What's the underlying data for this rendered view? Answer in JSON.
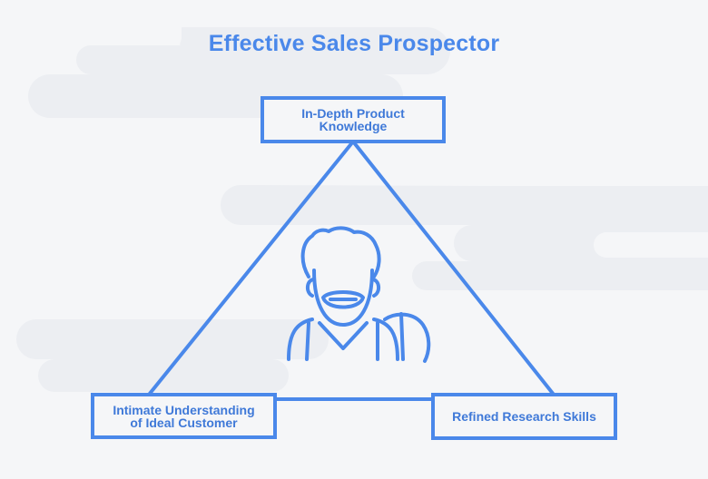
{
  "diagram": {
    "title": "Effective Sales Prospector",
    "nodes": {
      "top": {
        "line1": "In-Depth Product",
        "line2": "Knowledge"
      },
      "left": {
        "line1": "Intimate Understanding",
        "line2": "of Ideal Customer"
      },
      "right": {
        "line1": "Refined Research Skills"
      }
    },
    "center_icon": "miner-with-pickaxe-icon",
    "colors": {
      "accent": "#4a88ea",
      "background": "#f5f6f8",
      "clouds": "#eceef2"
    }
  }
}
